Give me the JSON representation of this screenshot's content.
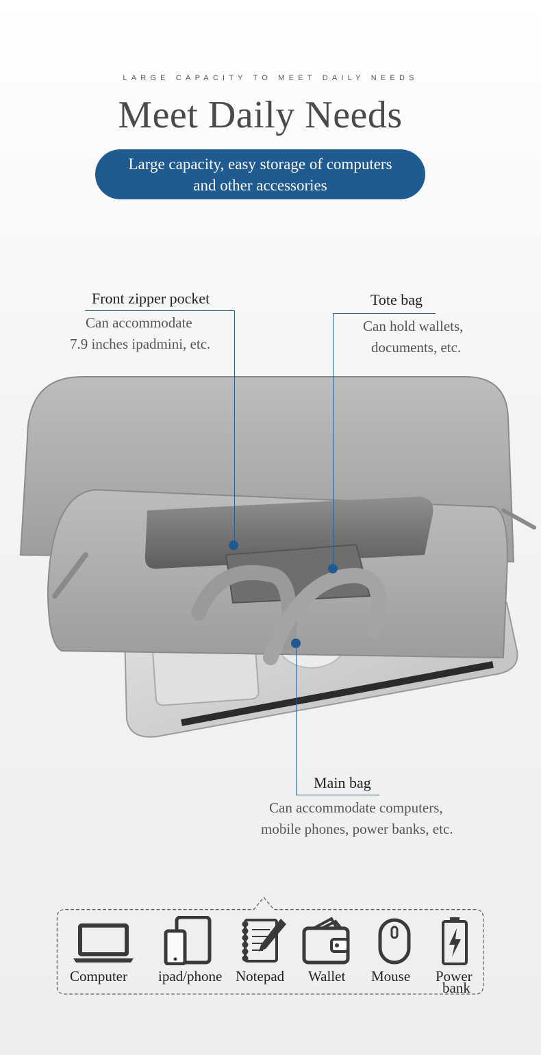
{
  "header": {
    "eyebrow": "LARGE CAPACITY TO MEET DAILY NEEDS",
    "title": "Meet Daily Needs",
    "banner_line1": "Large capacity, easy storage of computers",
    "banner_line2": "and other accessories"
  },
  "callouts": {
    "front_pocket": {
      "title": "Front zipper pocket",
      "line1": "Can accommodate",
      "line2": "7.9 inches ipadmini, etc."
    },
    "tote_bag": {
      "title": "Tote bag",
      "line1": "Can hold wallets,",
      "line2": "documents, etc."
    },
    "main_bag": {
      "title": "Main bag",
      "line1": "Can accommodate computers,",
      "line2": "mobile phones, power banks, etc."
    }
  },
  "items": [
    {
      "label": "Computer",
      "icon": "laptop-icon"
    },
    {
      "label": "ipad/phone",
      "icon": "tablet-phone-icon"
    },
    {
      "label": "Notepad",
      "icon": "notepad-icon"
    },
    {
      "label": "Wallet",
      "icon": "wallet-icon"
    },
    {
      "label": "Mouse",
      "icon": "mouse-icon"
    },
    {
      "label": "Power",
      "label2": "bank",
      "icon": "power-bank-icon"
    }
  ],
  "colors": {
    "accent": "#1f5b91",
    "bag_gray": "#a9a9a9",
    "text_dark": "#222222"
  }
}
